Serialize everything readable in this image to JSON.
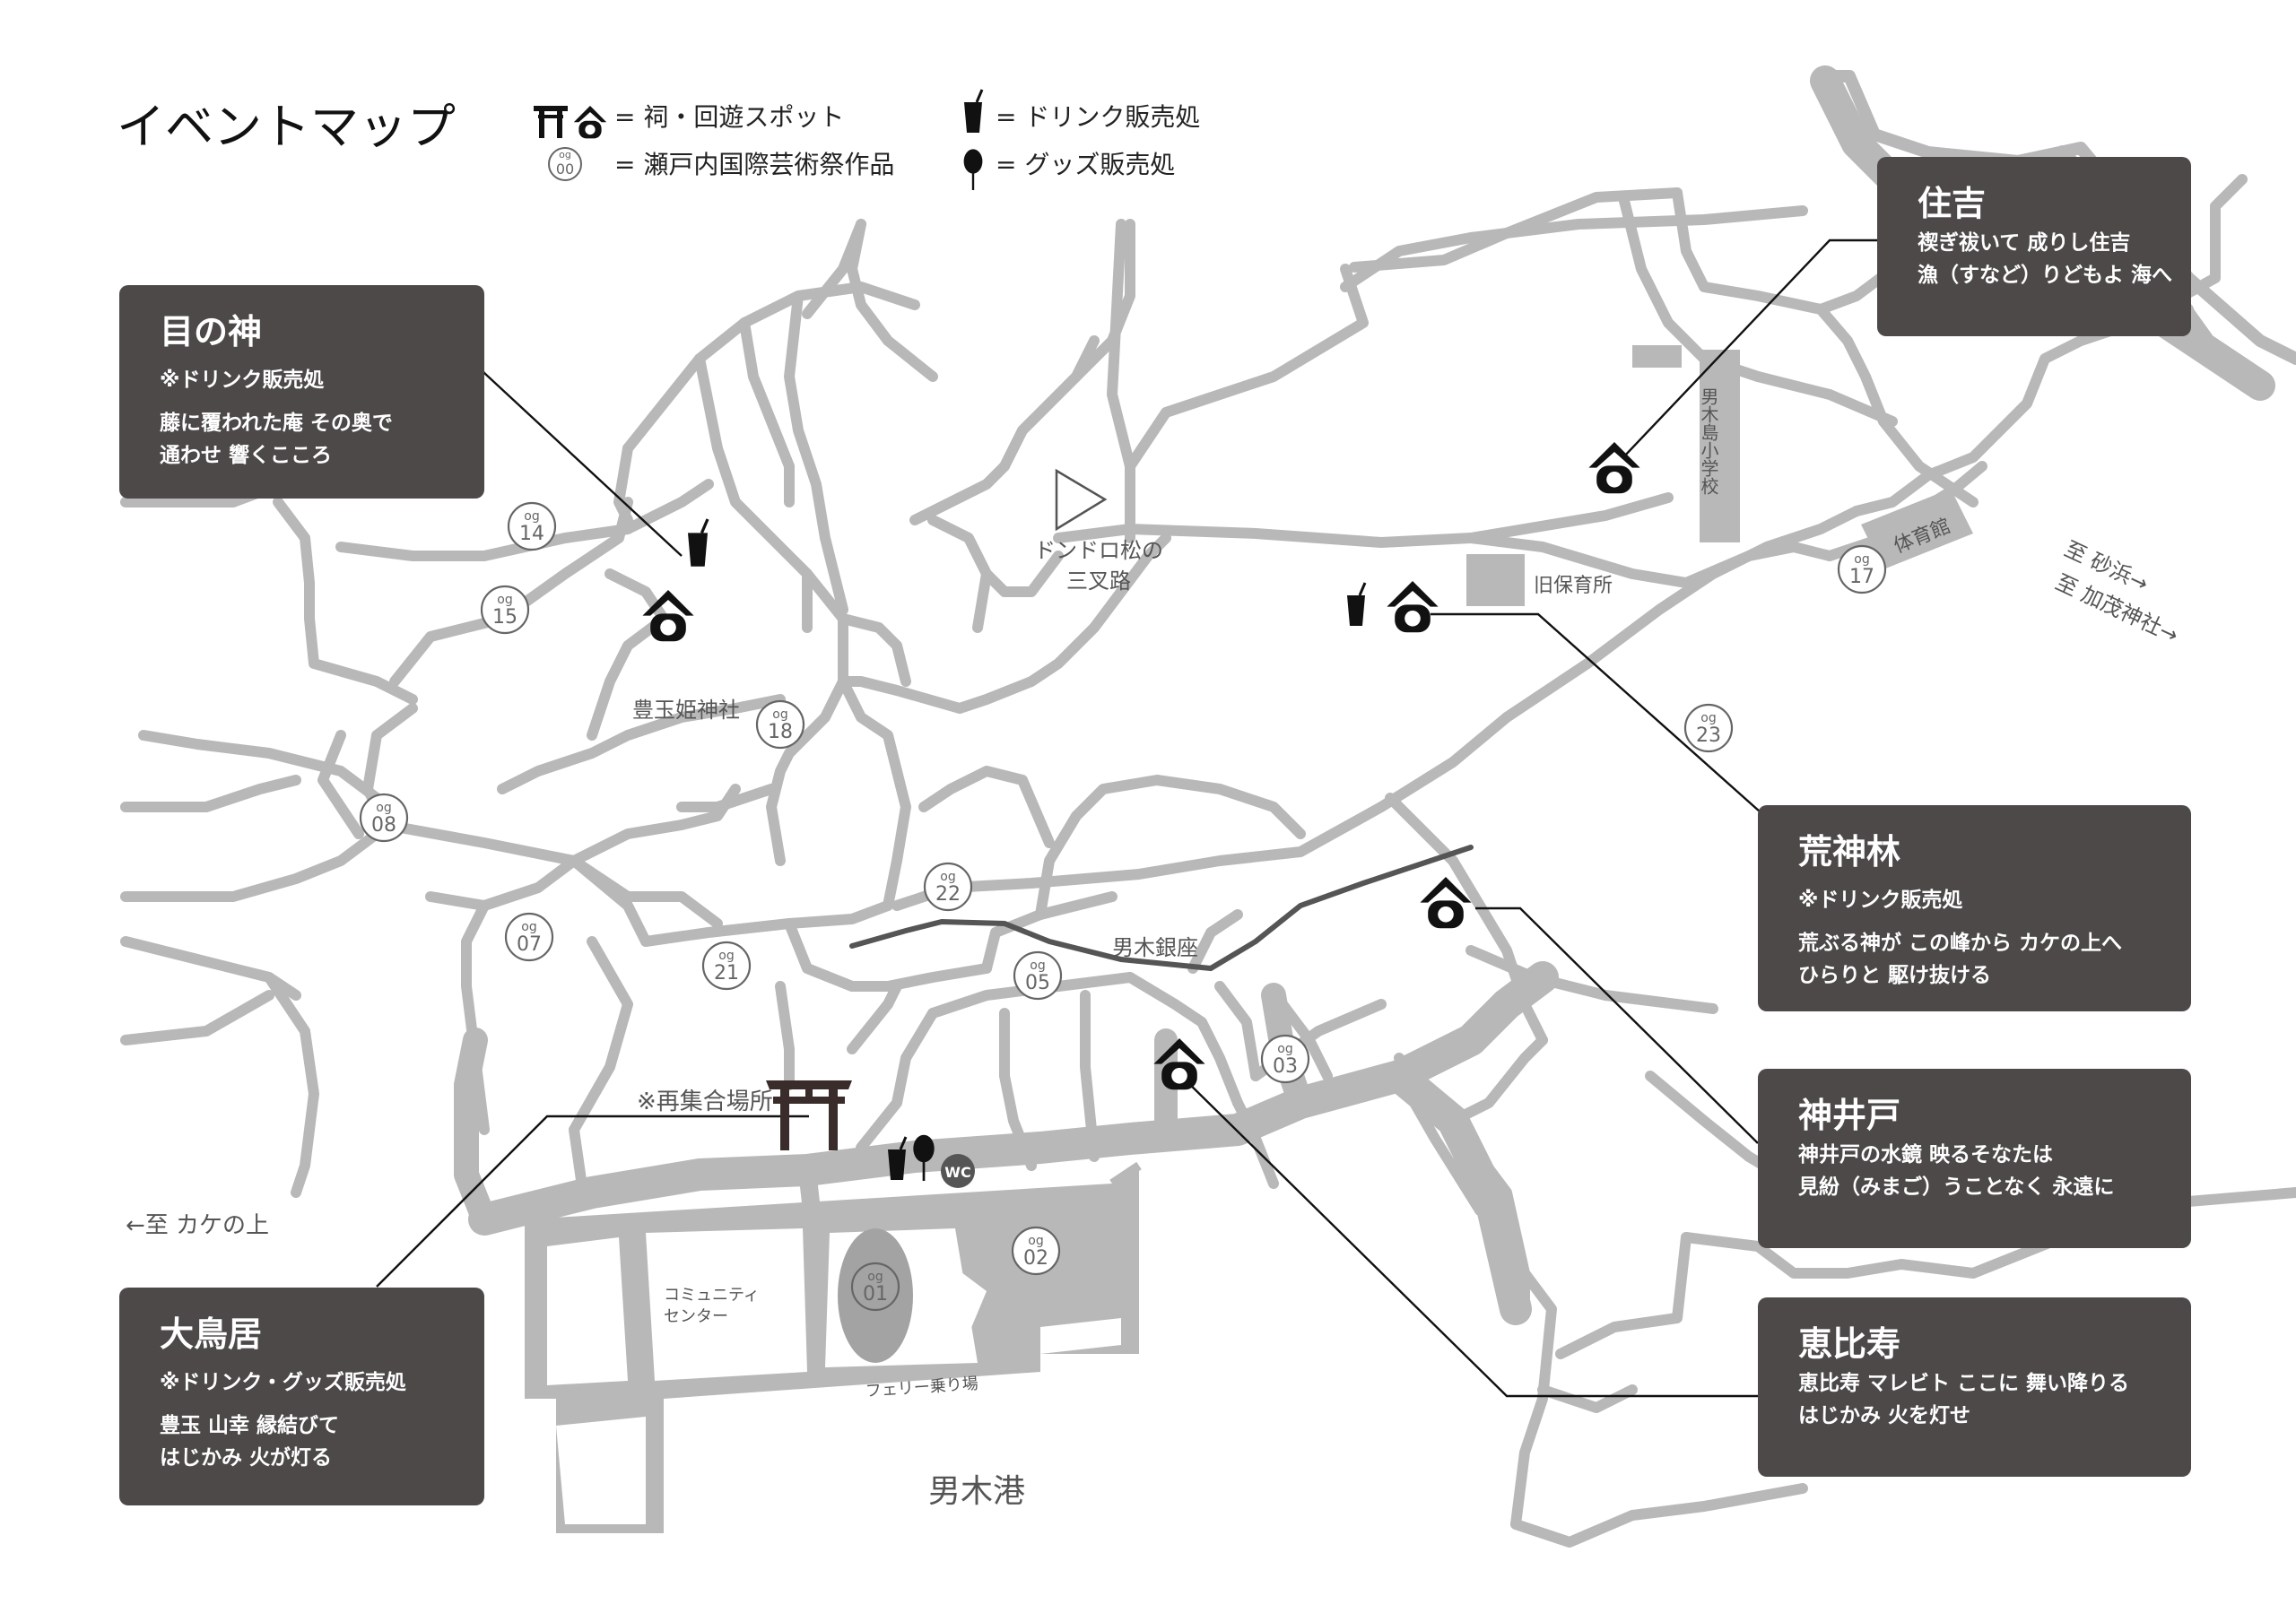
{
  "title": "イベントマップ",
  "legend": {
    "shrine_spot": "= 祠・回遊スポット",
    "art_work": "= 瀬戸内国際芸術祭作品",
    "art_badge_top": "og",
    "art_badge_num": "00",
    "drink": "= ドリンク販売処",
    "goods": "= グッズ販売処"
  },
  "labels": {
    "dondoro": [
      "ドンドロ松の",
      "三叉路"
    ],
    "kyu_hoikusho": "旧保育所",
    "toyotama": "豊玉姫神社",
    "otogi_ginza": "男木銀座",
    "saishugo": "※再集合場所",
    "school": "男木島小学校",
    "gym": "体育館",
    "to_sunahama": "至 砂浜→",
    "to_kamo": "至 加茂神社→",
    "to_kake": "←至 カケの上",
    "community": [
      "コミュニティ",
      "センター"
    ],
    "ferry": "フェリー乗り場",
    "port": "男木港",
    "wc": "WC"
  },
  "art_spots": [
    {
      "top": "og",
      "num": "14"
    },
    {
      "top": "og",
      "num": "15"
    },
    {
      "top": "og",
      "num": "18"
    },
    {
      "top": "og",
      "num": "08"
    },
    {
      "top": "og",
      "num": "07"
    },
    {
      "top": "og",
      "num": "21"
    },
    {
      "top": "og",
      "num": "22"
    },
    {
      "top": "og",
      "num": "05"
    },
    {
      "top": "og",
      "num": "03"
    },
    {
      "top": "og",
      "num": "02"
    },
    {
      "top": "og",
      "num": "01"
    },
    {
      "top": "og",
      "num": "23"
    },
    {
      "top": "og",
      "num": "17"
    }
  ],
  "boxes": [
    {
      "id": "menokami",
      "title": "目の神",
      "note": "※ドリンク販売処",
      "lines": [
        "藤に覆われた庵 その奥で",
        "通わせ 響くこころ"
      ]
    },
    {
      "id": "sumiyoshi",
      "title": "住吉",
      "note": "",
      "lines": [
        "禊ぎ祓いて 成りし住吉",
        "漁（すなど）りどもよ 海へ"
      ]
    },
    {
      "id": "arakamibayashi",
      "title": "荒神林",
      "note": "※ドリンク販売処",
      "lines": [
        "荒ぶる神が この峰から カケの上へ",
        "ひらりと 駆け抜ける"
      ]
    },
    {
      "id": "kamiido",
      "title": "神井戸",
      "note": "",
      "lines": [
        "神井戸の水鏡 映るそなたは",
        "見紛（みまご）うことなく 永遠に"
      ]
    },
    {
      "id": "ebisu",
      "title": "恵比寿",
      "note": "",
      "lines": [
        "恵比寿 マレビト ここに 舞い降りる",
        "はじかみ 火を灯せ"
      ]
    },
    {
      "id": "otorii",
      "title": "大鳥居",
      "note": "※ドリンク・グッズ販売処",
      "lines": [
        "豊玉 山幸 縁結びて",
        "はじかみ 火が灯る"
      ]
    }
  ],
  "colors": {
    "road": "#b8b8b8",
    "road_dark": "#555555",
    "box_bg": "#4d4949",
    "box_text": "#ffffff",
    "icon": "#111111"
  }
}
